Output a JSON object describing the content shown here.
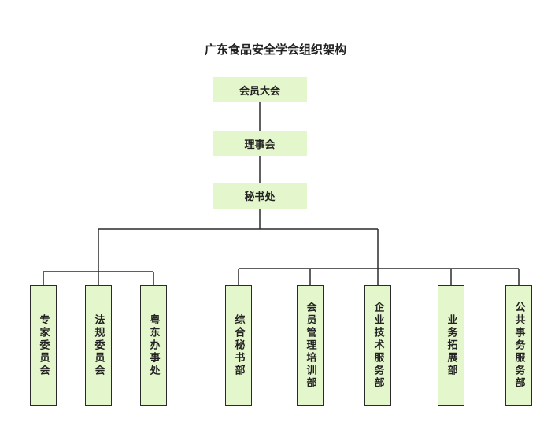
{
  "title": "广东食品安全学会组织架构",
  "colors": {
    "box_fill": "#e4f6cb",
    "line": "#2a2a2a"
  },
  "top_units": [
    "会员大会",
    "理事会",
    "秘书处"
  ],
  "committees": [
    "专家委员会",
    "法规委员会",
    "粤东办事处"
  ],
  "departments": [
    "综合秘书部",
    "会员管理培训部",
    "企业技术服务部",
    "业务拓展部",
    "公共事务服务部"
  ]
}
